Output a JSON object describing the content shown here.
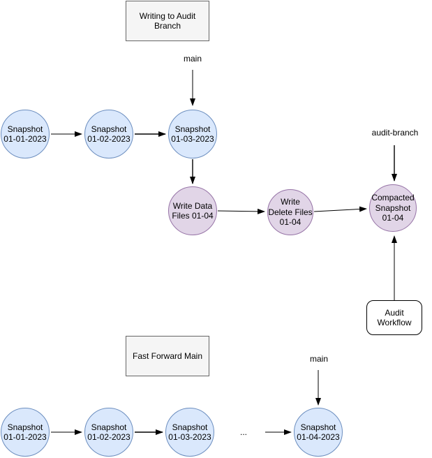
{
  "colors": {
    "snapshot_fill": "#dae8fc",
    "snapshot_border": "#6c8ebf",
    "write_fill": "#e1d5e7",
    "write_border": "#9673a6",
    "heading_fill": "#f5f5f5",
    "heading_border": "#666666",
    "workflow_fill": "#ffffff",
    "workflow_border": "#000000",
    "arrow": "#000000"
  },
  "audit_section": {
    "heading": "Writing to Audit\nBranch",
    "main_label": "main",
    "audit_branch_label": "audit-branch",
    "snapshot_1": "Snapshot\n01-01-2023",
    "snapshot_2": "Snapshot\n01-02-2023",
    "snapshot_3": "Snapshot\n01-03-2023",
    "write_data": "Write Data\nFiles 01-04",
    "write_delete": "Write\nDelete Files\n01-04",
    "compacted_snapshot": "Compacted\nSnapshot\n01-04",
    "audit_workflow": "Audit\nWorkflow"
  },
  "fast_forward_section": {
    "heading": "Fast Forward Main",
    "main_label": "main",
    "ellipsis": "...",
    "snapshot_1": "Snapshot\n01-01-2023",
    "snapshot_2": "Snapshot\n01-02-2023",
    "snapshot_3": "Snapshot\n01-03-2023",
    "snapshot_4": "Snapshot\n01-04-2023"
  }
}
